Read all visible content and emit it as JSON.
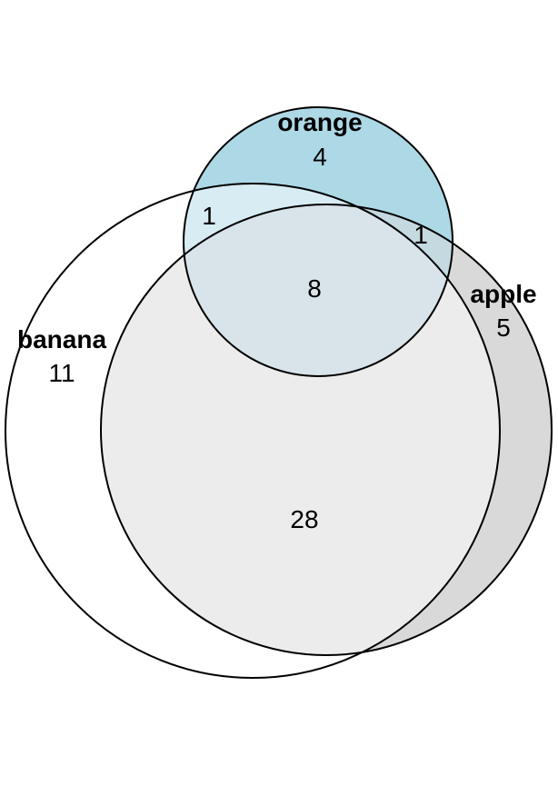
{
  "sets": [
    {
      "id": "banana",
      "name": "banana",
      "only_count": "11"
    },
    {
      "id": "apple",
      "name": "apple",
      "only_count": "5"
    },
    {
      "id": "orange",
      "name": "orange",
      "only_count": "4"
    }
  ],
  "overlaps": {
    "banana_orange": "1",
    "apple_orange": "1",
    "all_three": "8",
    "banana_apple": "28"
  },
  "colors": {
    "orange_fill": "#add8e6",
    "apple_fill": "#d9d9d9",
    "banana_fill": "#ffffff",
    "banana_apple_fill": "#ececec",
    "banana_orange_fill": "#d7ecf3",
    "all_three_fill": "#d8e4ea",
    "apple_orange_fill": "#c4d9e0",
    "outline": "#000000"
  }
}
